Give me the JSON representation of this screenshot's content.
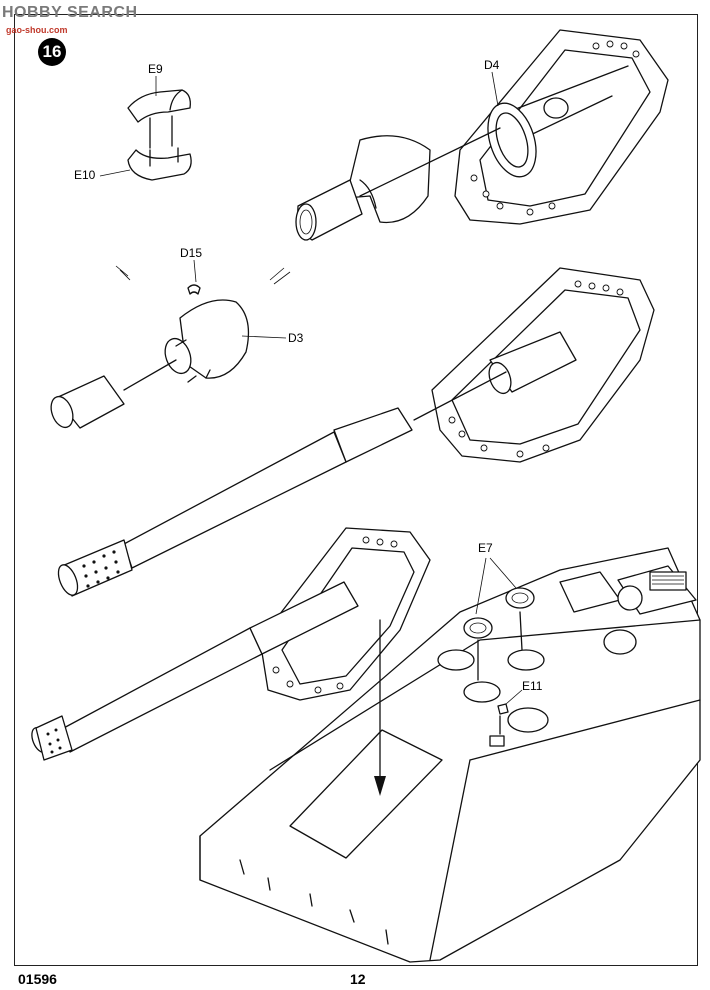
{
  "watermark": {
    "brand": "HOBBY SEARCH",
    "sub": "gao-shou.com"
  },
  "step": {
    "number": "16"
  },
  "labels": {
    "e9": "E9",
    "e10": "E10",
    "d4": "D4",
    "d15": "D15",
    "d3": "D3",
    "e7": "E7",
    "e11": "E11"
  },
  "footer": {
    "code": "01596",
    "page": "12"
  },
  "colors": {
    "ink": "#111111",
    "paper": "#ffffff",
    "watermark_red": "#c0392b"
  }
}
